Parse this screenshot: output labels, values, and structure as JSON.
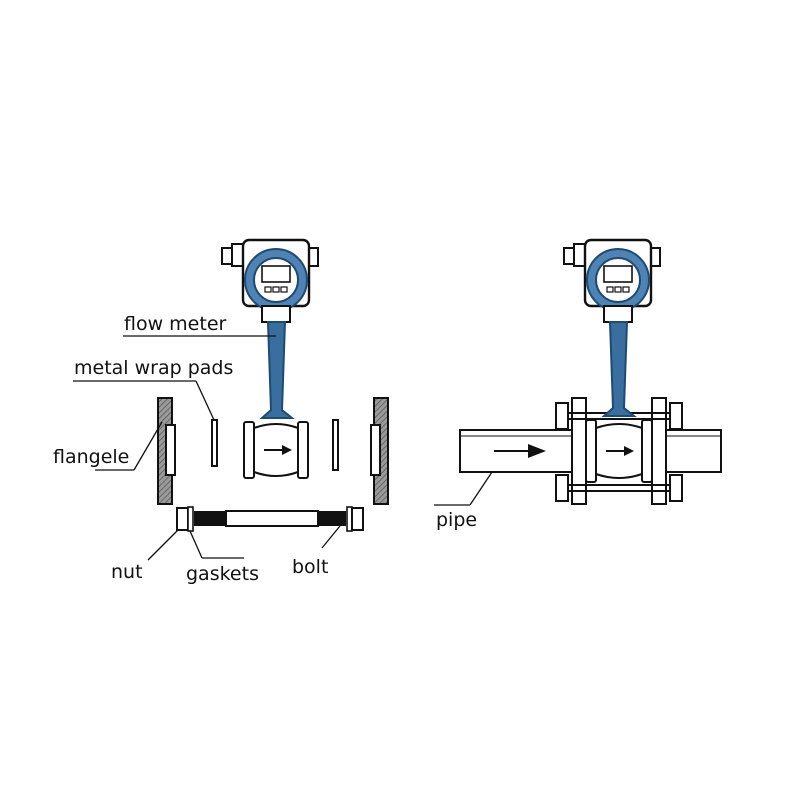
{
  "labels": {
    "flow_meter": "flow meter",
    "metal_wrap_pads": "metal wrap pads",
    "flangele": "flangele",
    "nut": "nut",
    "gaskets": "gaskets",
    "bolt": "bolt",
    "pipe": "pipe"
  },
  "colors": {
    "meter_blue": "#3a6e9e",
    "meter_blue_dark": "#1f4a72",
    "line": "#111111",
    "flange_hatch": "#7a7a7a",
    "background": "#ffffff"
  },
  "icons": {
    "flow_arrow": "arrow-right-icon"
  }
}
